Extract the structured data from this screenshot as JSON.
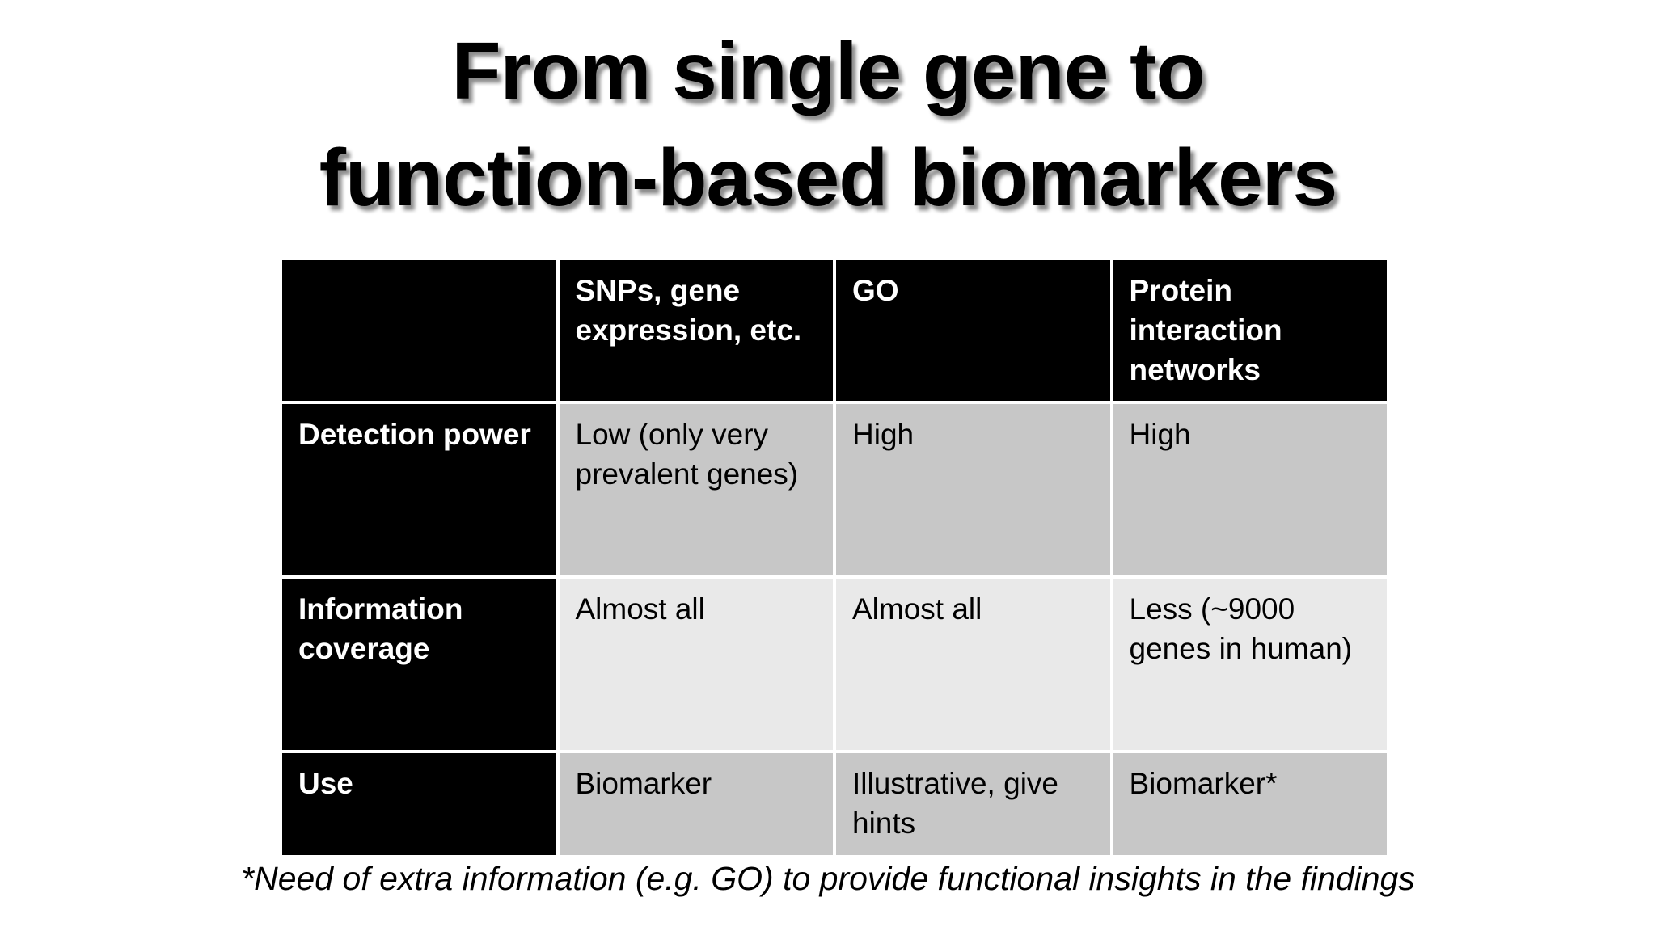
{
  "title": {
    "line1": "From single gene to",
    "line2": "function-based biomarkers"
  },
  "table": {
    "header": [
      "",
      "SNPs, gene expression, etc.",
      "GO",
      "Protein interaction networks"
    ],
    "rows": [
      {
        "label": "Detection power",
        "cells": [
          "Low (only very prevalent genes)",
          "High",
          "High"
        ]
      },
      {
        "label": "Information coverage",
        "cells": [
          "Almost all",
          "Almost all",
          "Less (~9000 genes in human)"
        ]
      },
      {
        "label": "Use",
        "cells": [
          "Biomarker",
          "Illustrative, give hints",
          "Biomarker*"
        ]
      }
    ]
  },
  "footnote": "*Need of extra information (e.g. GO) to provide functional insights in the findings",
  "colors": {
    "background": "#ffffff",
    "header_bg": "#000000",
    "header_text": "#ffffff",
    "band_medium": "#c7c7c7",
    "band_light": "#e9e9e9",
    "cell_border": "#ffffff",
    "body_text": "#000000"
  }
}
